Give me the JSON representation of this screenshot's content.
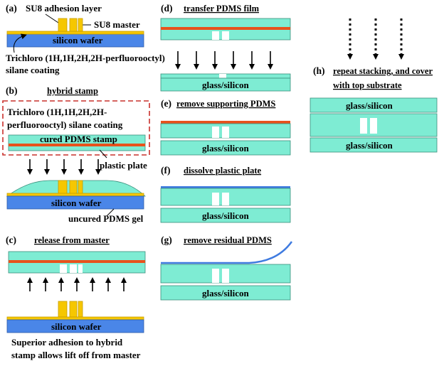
{
  "colors": {
    "pdms": "#7eecd3",
    "pdms_edge": "#3a8f7c",
    "wafer": "#4a86e8",
    "wafer_edge": "#2c5aa8",
    "su8": "#f6c700",
    "su8_edge": "#c79d00",
    "film": "#e8521c",
    "plastic_blue": "#3f7be0",
    "dash_box": "#c9302c"
  },
  "panel_a": {
    "tag": "(a)",
    "adhesion_label": "SU8 adhesion layer",
    "master_label": "SU8 master",
    "wafer_label": "silicon wafer",
    "coating_line1": "Trichloro (1H,1H,2H,2H-perfluorooctyl)",
    "coating_line2": "silane coating"
  },
  "panel_b": {
    "tag": "(b)",
    "title": "hybrid stamp",
    "coating_line1": "Trichloro (1H,1H,2H,2H-",
    "coating_line2": "perfluorooctyl) silane coating",
    "stamp_label": "cured PDMS stamp",
    "plastic_label": "plastic plate",
    "wafer_label": "silicon wafer",
    "gel_label": "uncured PDMS gel"
  },
  "panel_c": {
    "tag": "(c)",
    "title": "release from master",
    "wafer_label": "silicon wafer",
    "note_line1": "Superior adhesion to hybrid",
    "note_line2": "stamp allows lift off from master"
  },
  "panel_d": {
    "tag": "(d)",
    "title": "transfer PDMS film",
    "substrate_label": "glass/silicon"
  },
  "panel_e": {
    "tag": "(e)",
    "title": "remove supporting PDMS",
    "substrate_label": "glass/silicon"
  },
  "panel_f": {
    "tag": "(f)",
    "title": "dissolve plastic plate",
    "substrate_label": "glass/silicon"
  },
  "panel_g": {
    "tag": "(g)",
    "title": "remove residual PDMS",
    "substrate_label": "glass/silicon"
  },
  "panel_h": {
    "tag": "(h)",
    "title_line1": "repeat stacking, and cover",
    "title_line2": "with top substrate",
    "top_label": "glass/silicon",
    "bottom_label": "glass/silicon"
  }
}
